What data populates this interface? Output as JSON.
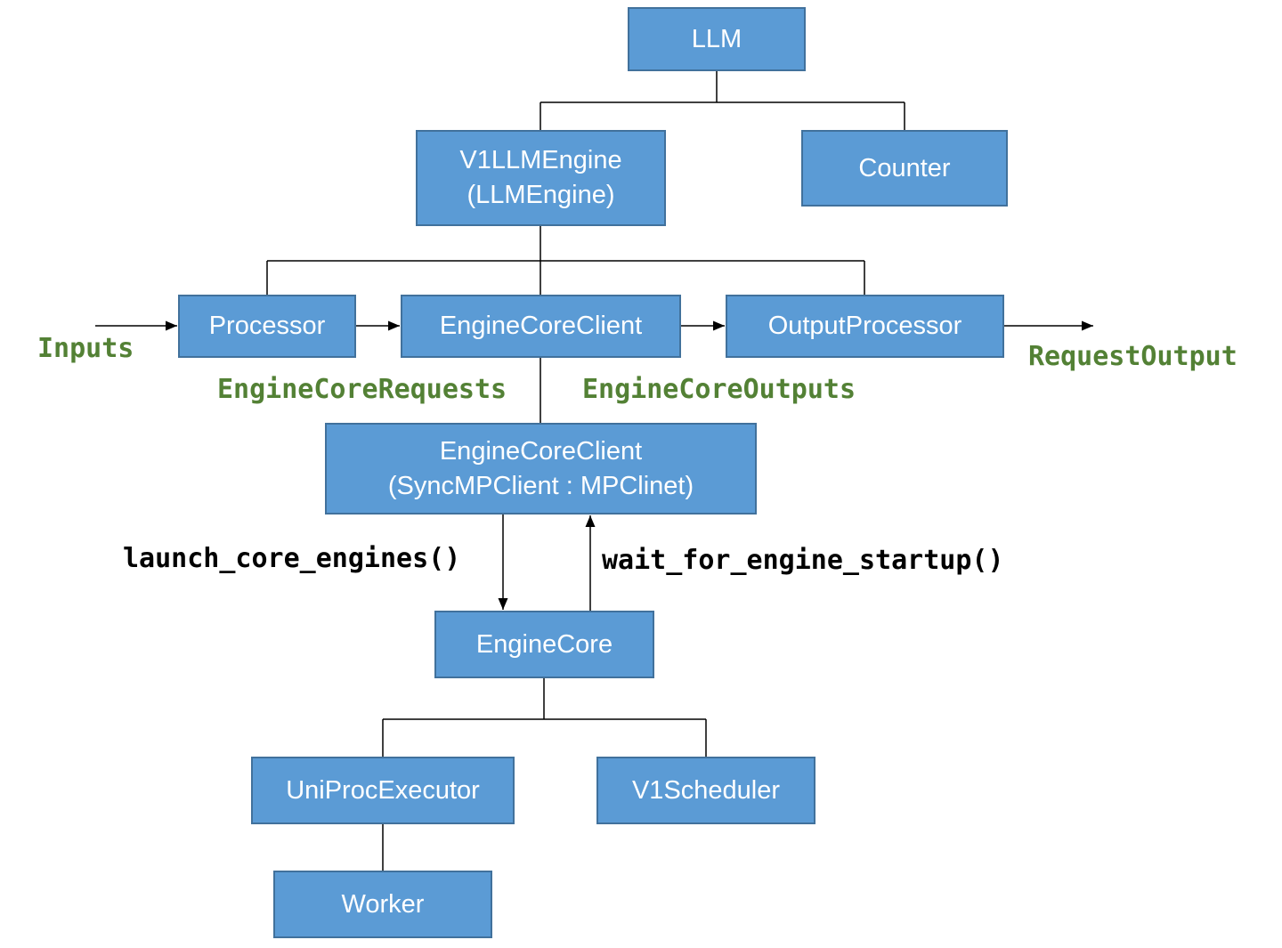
{
  "diagram": {
    "colors": {
      "node_fill": "#5B9BD5",
      "node_border": "#41719C",
      "node_text": "#FFFFFF",
      "flow_label": "#538135",
      "line": "#000000",
      "background": "#FFFFFF"
    },
    "nodes": {
      "llm": {
        "label": "LLM"
      },
      "v1_llm_engine": {
        "label": "V1LLMEngine",
        "sublabel": "(LLMEngine)"
      },
      "counter": {
        "label": "Counter"
      },
      "processor": {
        "label": "Processor"
      },
      "engine_core_client": {
        "label": "EngineCoreClient"
      },
      "output_processor": {
        "label": "OutputProcessor"
      },
      "sync_mp_client": {
        "label": "EngineCoreClient",
        "sublabel": "(SyncMPClient : MPClinet)"
      },
      "engine_core": {
        "label": "EngineCore"
      },
      "uni_proc_executor": {
        "label": "UniProcExecutor"
      },
      "v1_scheduler": {
        "label": "V1Scheduler"
      },
      "worker": {
        "label": "Worker"
      }
    },
    "flow_labels": {
      "inputs": "Inputs",
      "request_output": "RequestOutput",
      "engine_core_requests": "EngineCoreRequests",
      "engine_core_outputs": "EngineCoreOutputs"
    },
    "call_labels": {
      "launch_core_engines": "launch_core_engines()",
      "wait_for_engine_startup": "wait_for_engine_startup()"
    }
  }
}
